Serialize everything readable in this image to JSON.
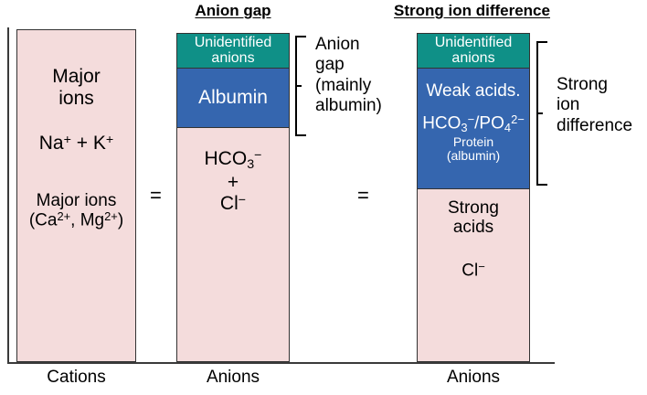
{
  "figure": {
    "type": "stacked-bar-diagram",
    "titles": {
      "anion_gap": "Anion gap",
      "strong_ion_difference": "Strong ion difference"
    },
    "colors": {
      "pink": "#f4dcdc",
      "teal": "#0f9087",
      "blue": "#3566af",
      "outline": "#333333",
      "axis": "#3a3a3a",
      "text_dark": "#000000",
      "text_light": "#ffffff"
    },
    "equals_signs": [
      "=",
      "="
    ],
    "axis_labels": {
      "cations": "Cations",
      "anions_middle": "Anions",
      "anions_right": "Anions"
    },
    "brackets": {
      "anion_gap_label": {
        "line1": "Anion",
        "line2": "gap",
        "line3": "(mainly",
        "line4": "albumin)"
      },
      "strong_ion_difference_label": {
        "line1": "Strong",
        "line2": "ion",
        "line3": "difference"
      }
    },
    "bars": [
      {
        "id": "cations",
        "axis_label": "Cations",
        "segments": [
          {
            "id": "major-ions",
            "color": "pink",
            "height_pct": 100,
            "lines": [
              "Major",
              "ions",
              "Na+ + K+",
              "Major ions",
              "(Ca2+, Mg2+)"
            ],
            "text": {
              "major": "Major",
              "ions": "ions",
              "na_k": "Na",
              "na_sup": "+",
              "plus": " + K",
              "k_sup": "+",
              "major_ions": "Major ions",
              "ca_open": "(Ca",
              "ca_sup": "2+",
              "ca_mid": ", Mg",
              "mg_sup": "2+",
              "ca_close": ")"
            }
          }
        ]
      },
      {
        "id": "anion-gap",
        "axis_label": "Anions",
        "segments": [
          {
            "id": "unidentified-anions",
            "color": "teal",
            "height_pct": 10.3,
            "text": {
              "line1": "Unidentified",
              "line2": "anions"
            }
          },
          {
            "id": "albumin",
            "color": "blue",
            "height_pct": 18.1,
            "text": {
              "line1": "Albumin"
            }
          },
          {
            "id": "hco3-cl",
            "color": "pink",
            "height_pct": 71.6,
            "text": {
              "hco3": "HCO",
              "hco3_sub": "3",
              "hco3_sup": "−",
              "plus": "+",
              "cl": "Cl",
              "cl_sup": "−"
            }
          }
        ]
      },
      {
        "id": "strong-ion-difference",
        "axis_label": "Anions",
        "segments": [
          {
            "id": "unidentified-anions",
            "color": "teal",
            "height_pct": 10.3,
            "text": {
              "line1": "Unidentified",
              "line2": "anions"
            }
          },
          {
            "id": "weak-acids",
            "color": "blue",
            "height_pct": 36.9,
            "text": {
              "weak_acids": "Weak acids.",
              "hco3": "HCO",
              "hco3_sub": "3",
              "hco3_sup": "−",
              "slash": "/PO",
              "po4_sub": "4",
              "po4_sup": "2−",
              "protein": "Protein",
              "albumin": "(albumin)"
            }
          },
          {
            "id": "strong-acids",
            "color": "pink",
            "height_pct": 52.8,
            "text": {
              "line1": "Strong",
              "line2": "acids",
              "cl": "Cl",
              "cl_sup": "−"
            }
          }
        ]
      }
    ]
  }
}
